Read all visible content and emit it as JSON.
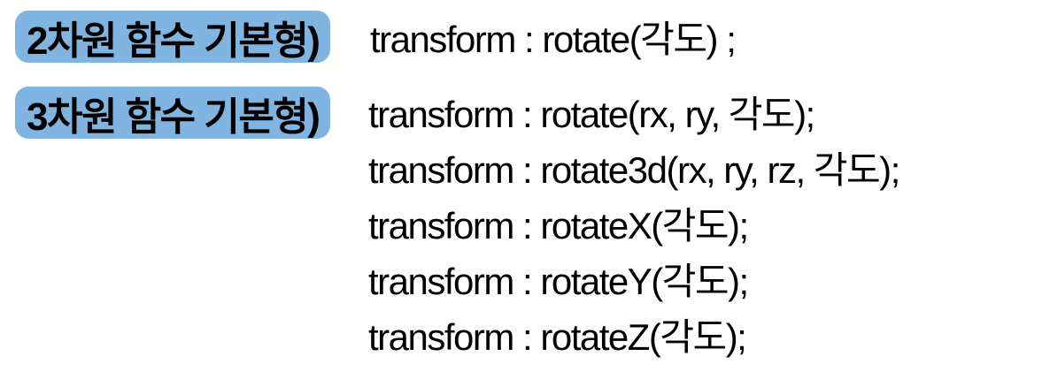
{
  "page": {
    "background_color": "#ffffff",
    "text_color": "#000000",
    "highlight_color": "#7FB5E0"
  },
  "row_2d": {
    "label": "2차원 함수 기본형)",
    "lines": [
      "transform : rotate(각도) ;"
    ]
  },
  "row_3d": {
    "label": "3차원 함수 기본형)",
    "lines": [
      "transform : rotate(rx, ry, 각도);",
      "transform : rotate3d(rx, ry, rz, 각도);",
      "transform : rotateX(각도);",
      "transform : rotateY(각도);",
      "transform : rotateZ(각도);"
    ]
  }
}
